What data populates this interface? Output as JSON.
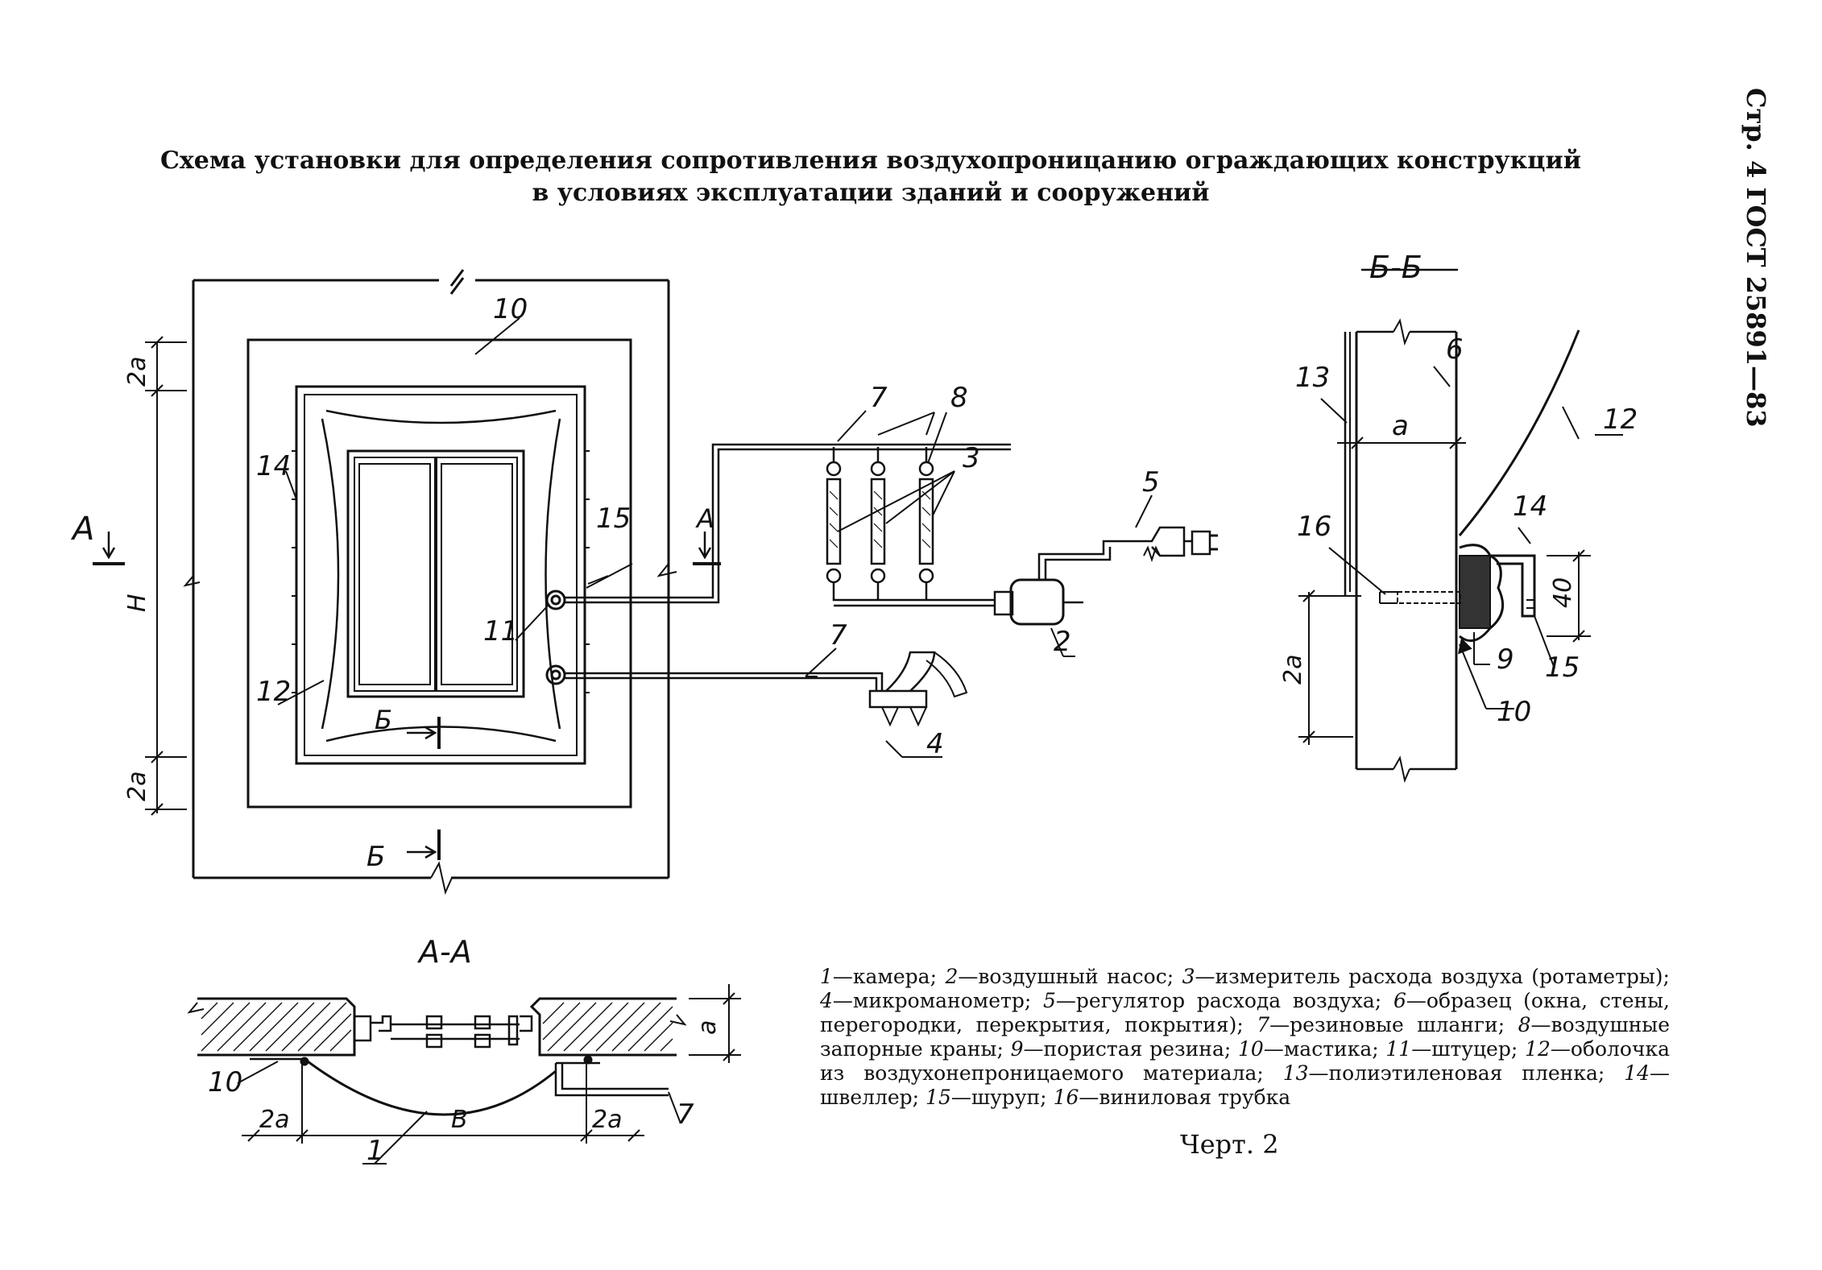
{
  "title": {
    "line1": "Схема установки для определения сопротивления  воздухопроницанию ограждающих конструкций",
    "line2": "в условиях эксплуатации зданий и сооружений"
  },
  "side_header": "Стр. 4 ГОСТ 25891—83",
  "sections": {
    "section_bb": "Б-Б",
    "section_aa": "А-А"
  },
  "plan_labels": {
    "n10": "10",
    "n14": "14",
    "n15": "15",
    "n11": "11",
    "n12": "12",
    "n7a": "7",
    "n7b": "7",
    "n8": "8",
    "n3": "3",
    "n5": "5",
    "n2": "2",
    "n4": "4",
    "dim_2a_top": "2a",
    "dim_H": "H",
    "dim_2a_bottom": "2a",
    "cut_A_left": "А",
    "cut_A_right": "А",
    "cut_B_mid": "Б",
    "cut_B_bottom": "Б"
  },
  "section_bb_labels": {
    "n13": "13",
    "n6": "6",
    "n12": "12",
    "n16": "16",
    "n14": "14",
    "n9": "9",
    "n15": "15",
    "n10": "10",
    "dim_a": "a",
    "dim_40": "40",
    "dim_2a": "2a"
  },
  "section_aa_labels": {
    "n10": "10",
    "n1": "1",
    "n7": "7",
    "dim_2a_left": "2a",
    "dim_B": "B",
    "dim_2a_right": "2a",
    "dim_a": "a"
  },
  "legend": [
    {
      "num": "1",
      "text": "—камера; "
    },
    {
      "num": "2",
      "text": "—воздушный насос; "
    },
    {
      "num": "3",
      "text": "—измеритель расхода  воздуха (ротаметры); "
    },
    {
      "num": "4",
      "text": "—микроманометр; "
    },
    {
      "num": "5",
      "text": "—регулятор  расхода  воздуха; "
    },
    {
      "num": "6",
      "text": "—образец (окна, стены, перегородки, перекрытия, покрытия); "
    },
    {
      "num": "7",
      "text": "—резиновые шланги; "
    },
    {
      "num": "8",
      "text": "—воздушные запорные краны; "
    },
    {
      "num": "9",
      "text": "—пористая резина; "
    },
    {
      "num": "10",
      "text": "—мастика; "
    },
    {
      "num": "11",
      "text": "—штуцер; "
    },
    {
      "num": "12",
      "text": "—оболочка из воздухонепроницаемого материала; "
    },
    {
      "num": "13",
      "text": "—полиэтиленовая пленка; "
    },
    {
      "num": "14",
      "text": "—швеллер; "
    },
    {
      "num": "15",
      "text": "—шуруп; "
    },
    {
      "num": "16",
      "text": "—виниловая трубка"
    }
  ],
  "caption": "Черт. 2"
}
